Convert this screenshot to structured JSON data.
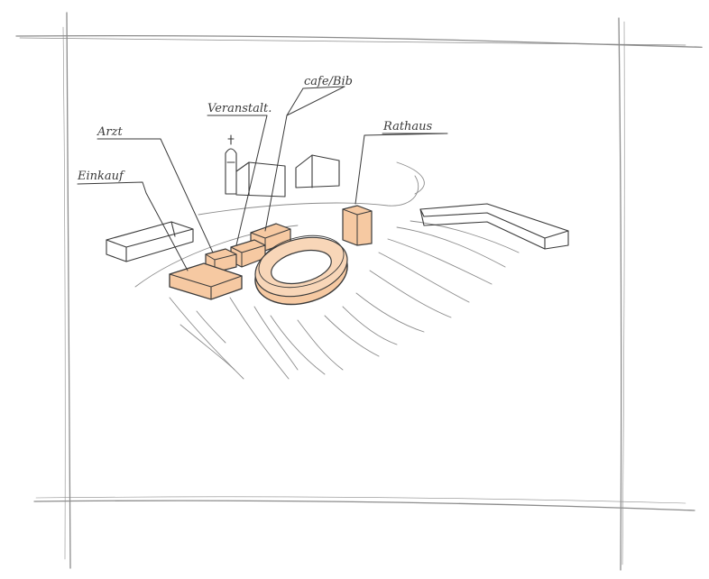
{
  "sketch": {
    "labels": {
      "arzt": "Arzt",
      "einkauf": "Einkauf",
      "veranstalt": "Veranstalt.",
      "cafe_bib": "cafe/Bib",
      "rathaus": "Rathaus"
    },
    "colors": {
      "paper": "#ffffff",
      "pencil": "#8c8c8c",
      "ink": "#3a3a3a",
      "highlight": "#f6c9a2"
    }
  }
}
